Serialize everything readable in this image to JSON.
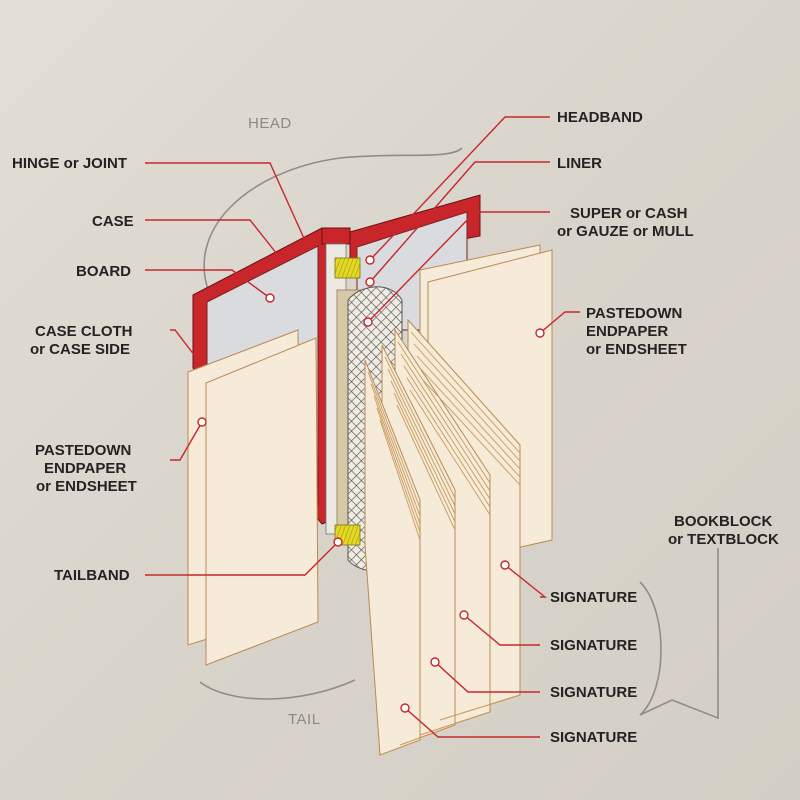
{
  "labels": {
    "head": "HEAD",
    "tail": "TAIL",
    "hinge": "HINGE or JOINT",
    "case": "CASE",
    "board": "BOARD",
    "case_cloth_1": "CASE CLOTH",
    "case_cloth_2": "or CASE SIDE",
    "pastedown_left_1": "PASTEDOWN",
    "pastedown_left_2": "ENDPAPER",
    "pastedown_left_3": "or ENDSHEET",
    "tailband": "TAILBAND",
    "headband": "HEADBAND",
    "liner": "LINER",
    "super_1": "SUPER or CASH",
    "super_2": "or GAUZE or MULL",
    "pastedown_right_1": "PASTEDOWN",
    "pastedown_right_2": "ENDPAPER",
    "pastedown_right_3": "or ENDSHEET",
    "bookblock_1": "BOOKBLOCK",
    "bookblock_2": "or TEXTBLOCK",
    "signatures": [
      "SIGNATURE",
      "SIGNATURE",
      "SIGNATURE",
      "SIGNATURE"
    ]
  },
  "colors": {
    "leader": "#c8262b",
    "case_red": "#c8262b",
    "paper": "#f6ead8",
    "band_yellow": "#e2d826",
    "background": "#ddd8cf",
    "label_text": "#232323",
    "bracket_gray": "#8f8d89"
  }
}
